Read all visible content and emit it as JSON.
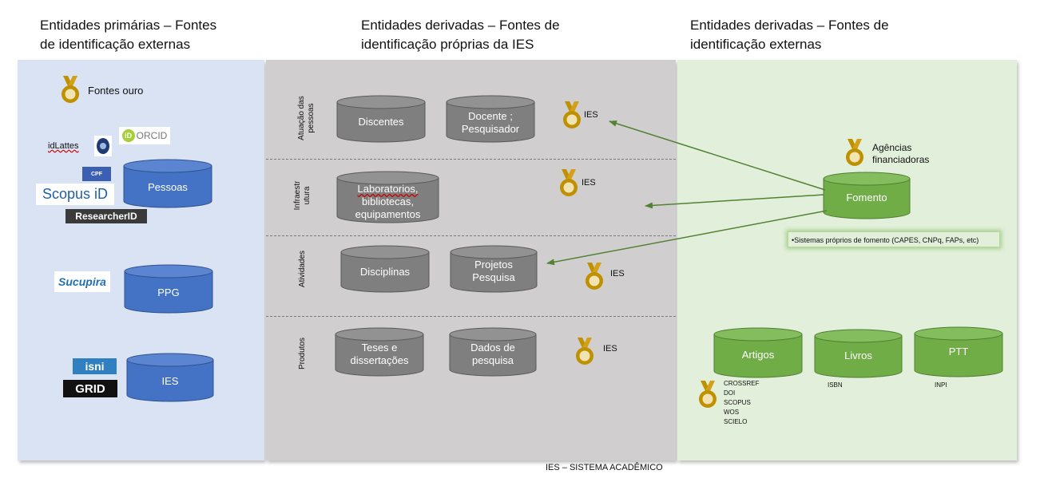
{
  "headers": {
    "primary": [
      "Entidades primárias – Fontes",
      "de identificação externas"
    ],
    "derived_internal": [
      "Entidades derivadas – Fontes de",
      "identificação próprias da IES"
    ],
    "derived_external": [
      "Entidades derivadas – Fontes de",
      "identificação externas"
    ]
  },
  "left_panel": {
    "legend_label": "Fontes ouro",
    "logos": {
      "idlattes": "idLattes",
      "orcid_id": "iD",
      "orcid": "ORCID",
      "cpf": "CPF",
      "scopus": "Scopus iD",
      "researcherid": "ResearcherID",
      "sucupira": "Sucupira",
      "isni": "isni",
      "grid": "GRID"
    },
    "entities": [
      "Pessoas",
      "PPG",
      "IES"
    ]
  },
  "middle_panel": {
    "rows": [
      {
        "label": [
          "Atuação das",
          "pessoas"
        ],
        "entities": [
          [
            "Discentes"
          ],
          [
            "Docente ;",
            "Pesquisador"
          ]
        ],
        "medal_label": "IES"
      },
      {
        "label": [
          "Infraestr",
          "utura"
        ],
        "entities": [
          [
            "Laboratorios,",
            "bibliotecas,",
            "equipamentos"
          ]
        ],
        "medal_label": "IES"
      },
      {
        "label": [
          "Atividades"
        ],
        "entities": [
          [
            "Disciplinas"
          ],
          [
            "Projetos",
            "Pesquisa"
          ]
        ],
        "medal_label": "IES"
      },
      {
        "label": [
          "Produtos"
        ],
        "entities": [
          [
            "Teses e",
            "dissertações"
          ],
          [
            "Dados de",
            "pesquisa"
          ]
        ],
        "medal_label": "IES"
      }
    ],
    "footer": "IES – SISTEMA ACADÊMICO"
  },
  "right_panel": {
    "agency_label": [
      "Agências",
      "financiadoras"
    ],
    "fomento": "Fomento",
    "note": "•Sistemas próprios de fomento (CAPES, CNPq, FAPs, etc)",
    "outputs": [
      {
        "name": "Artigos",
        "sources": [
          "CROSSREF",
          "DOI",
          "SCOPUS",
          "WOS",
          "SCIELO"
        ]
      },
      {
        "name": "Livros",
        "sources": [
          "ISBN"
        ]
      },
      {
        "name": "PTT",
        "sources": [
          "INPI"
        ]
      }
    ]
  },
  "colors": {
    "left_bg": "#dae3f3",
    "middle_bg": "#d0cece",
    "right_bg": "#e2efda",
    "blue_cyl": "#4472c4",
    "gray_cyl": "#7f7f7f",
    "green_cyl": "#70ad47",
    "medal": "#bf9000",
    "arrow": "#548235"
  }
}
